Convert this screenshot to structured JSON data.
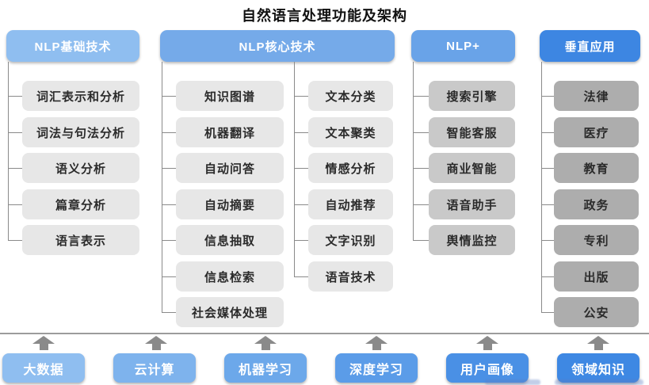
{
  "title": "自然语言处理功能及架构",
  "columns": [
    {
      "id": "nlp-basics",
      "header": "NLP基础技术",
      "header_color": "#8FBEF0",
      "items": [
        "词汇表示和分析",
        "词法与句法分析",
        "语义分析",
        "篇章分析",
        "语言表示"
      ]
    },
    {
      "id": "nlp-core",
      "header": "NLP核心技术",
      "header_color": "#75AAE9",
      "items_left": [
        "知识图谱",
        "机器翻译",
        "自动问答",
        "自动摘要",
        "信息抽取",
        "信息检索",
        "社会媒体处理"
      ],
      "items_right": [
        "文本分类",
        "文本聚类",
        "情感分析",
        "自动推荐",
        "文字识别",
        "语音技术"
      ]
    },
    {
      "id": "nlp-plus",
      "header": "NLP+",
      "header_color": "#69A3E8",
      "items": [
        "搜索引擎",
        "智能客服",
        "商业智能",
        "语音助手",
        "舆情监控"
      ]
    },
    {
      "id": "vertical-apps",
      "header": "垂直应用",
      "header_color": "#3D86E2",
      "items": [
        "法律",
        "医疗",
        "教育",
        "政务",
        "专利",
        "出版",
        "公安"
      ]
    }
  ],
  "foundations": [
    "大数据",
    "云计算",
    "机器学习",
    "深度学习",
    "用户画像",
    "领域知识"
  ],
  "colors": {
    "item_light": "#E7E7E7",
    "item_medium": "#C9C9C9",
    "item_dark": "#ADADAD",
    "connector": "#8A8A8A",
    "separator": "#9C9C9C",
    "foundation_gradient": [
      "#8FBEF0",
      "#7EB3ED",
      "#6CA8EA",
      "#5B9CE8",
      "#4A90E5",
      "#3E88E3"
    ]
  }
}
